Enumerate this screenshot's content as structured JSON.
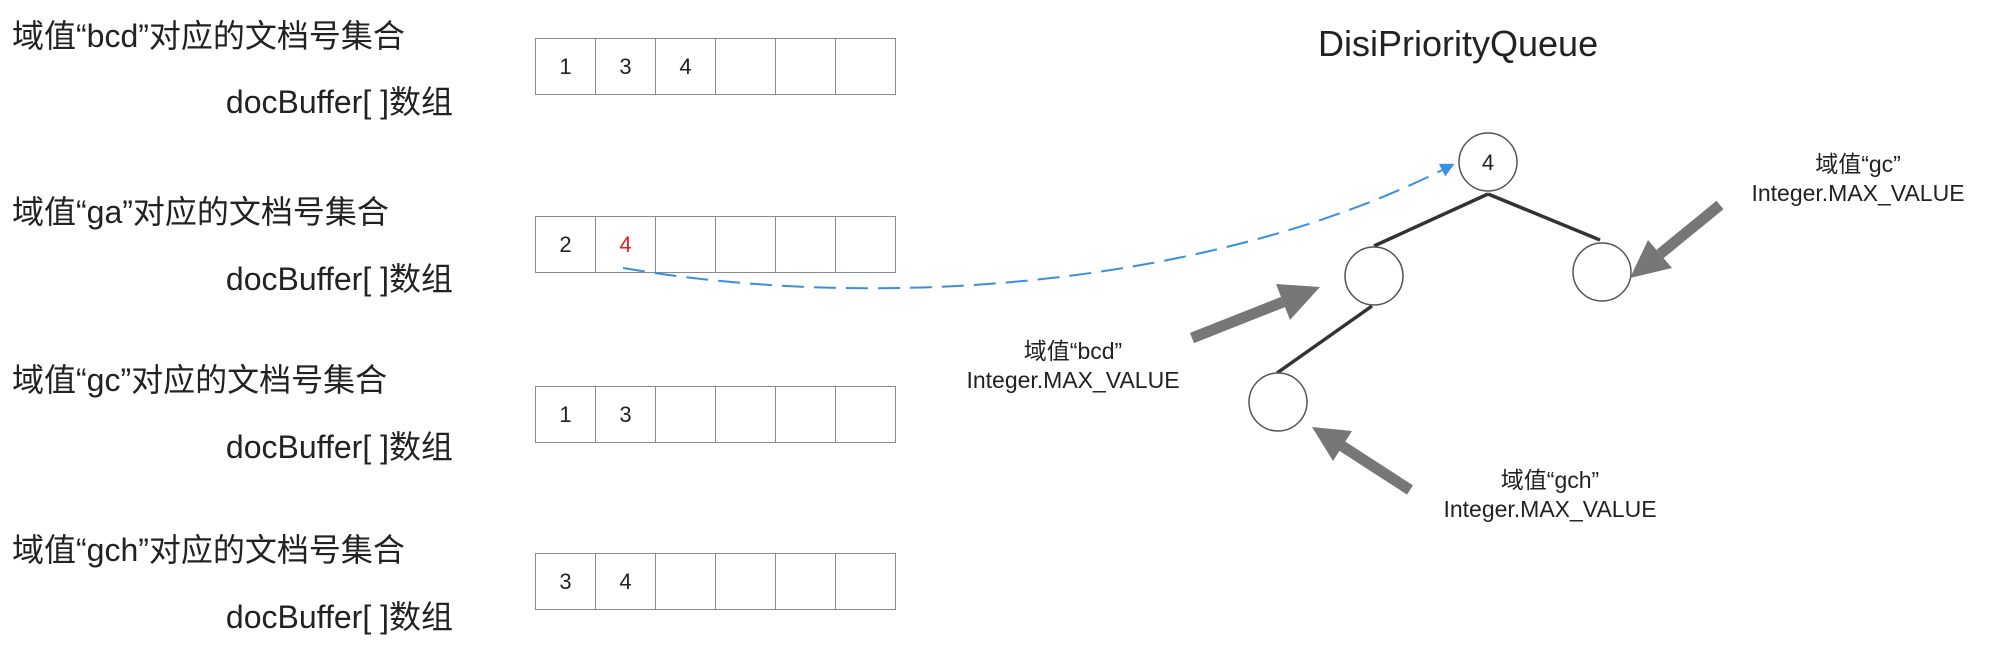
{
  "groups": [
    {
      "title": "域值“bcd”对应的文档号集合",
      "subtitle": "docBuffer[ ]数组",
      "cells": [
        "1",
        "3",
        "4",
        "",
        "",
        ""
      ],
      "highlight_index": -1
    },
    {
      "title": "域值“ga”对应的文档号集合",
      "subtitle": "docBuffer[ ]数组",
      "cells": [
        "2",
        "4",
        "",
        "",
        "",
        ""
      ],
      "highlight_index": 1
    },
    {
      "title": "域值“gc”对应的文档号集合",
      "subtitle": "docBuffer[ ]数组",
      "cells": [
        "1",
        "3",
        "",
        "",
        "",
        ""
      ],
      "highlight_index": -1
    },
    {
      "title": "域值“gch”对应的文档号集合",
      "subtitle": "docBuffer[ ]数组",
      "cells": [
        "3",
        "4",
        "",
        "",
        "",
        ""
      ],
      "highlight_index": -1
    }
  ],
  "queue": {
    "title": "DisiPriorityQueue",
    "root_value": "4",
    "annotations": {
      "gc": {
        "line1": "域值“gc”",
        "line2": "Integer.MAX_VALUE"
      },
      "bcd": {
        "line1": "域值“bcd”",
        "line2": "Integer.MAX_VALUE"
      },
      "gch": {
        "line1": "域值“gch”",
        "line2": "Integer.MAX_VALUE"
      }
    }
  },
  "colors": {
    "text": "#222222",
    "highlight": "#e0261d",
    "dashed_arrow": "#3b8fe0",
    "gray_arrow": "#777777",
    "tree_edge": "#333333"
  }
}
